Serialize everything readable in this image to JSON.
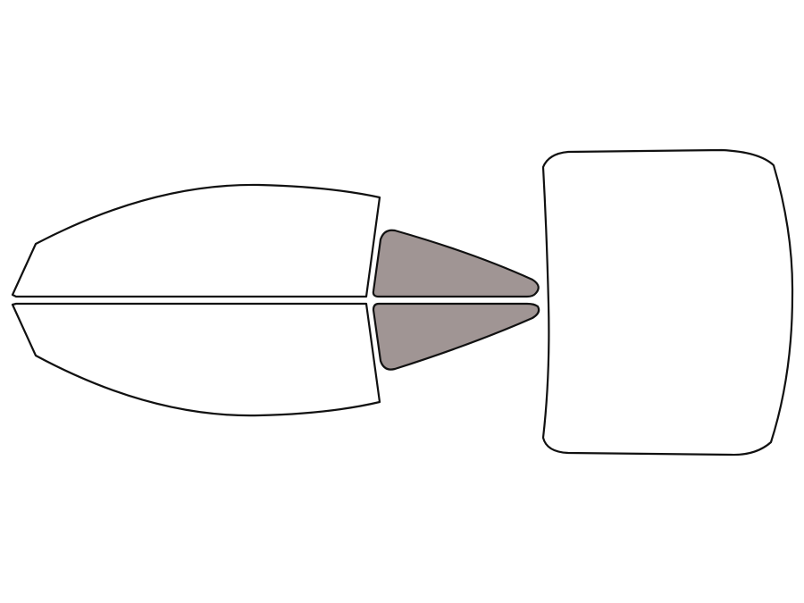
{
  "colors": {
    "background": "#ffffff",
    "outline": "#111111",
    "clear_glass": "#ffffff",
    "tinted_glass": "#a09594"
  },
  "panes": [
    {
      "name": "driver-front-door-window",
      "tinted": false
    },
    {
      "name": "passenger-front-door-window",
      "tinted": false
    },
    {
      "name": "driver-rear-quarter-window",
      "tinted": true
    },
    {
      "name": "passenger-rear-quarter-window",
      "tinted": true
    },
    {
      "name": "rear-windshield",
      "tinted": false
    }
  ]
}
